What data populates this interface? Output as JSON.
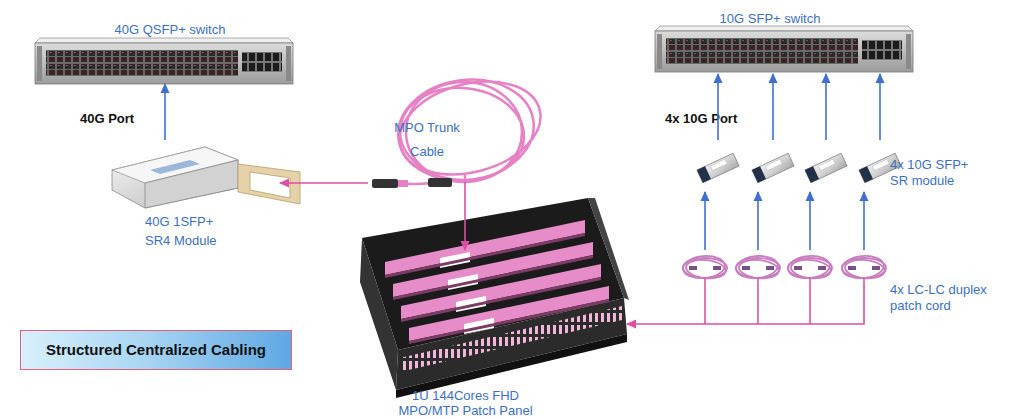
{
  "diagram": {
    "nodes": [
      {
        "text": [
          "40G QSFP+ switch"
        ]
      },
      {
        "text": [
          "10G SFP+ switch"
        ]
      },
      {
        "text": [
          "40G 1SFP+ SR4 Module"
        ]
      },
      {
        "text": [
          "MPO Trunk Cable"
        ]
      },
      {
        "text": [
          "4x 10G SFP+ SR module"
        ]
      },
      {
        "text": [
          "4x LC-LC duplex patch cord"
        ]
      },
      {
        "text": [
          "1U 144Cores FHD MPO/MTP Patch Panel"
        ]
      },
      {
        "text": [
          "Structured Centralized Cabling"
        ]
      }
    ],
    "edges": [
      {
        "from": 2,
        "to": 0,
        "arrow": "to"
      },
      {
        "from": 3,
        "to": 2,
        "arrow": "to"
      },
      {
        "from": 3,
        "to": 6,
        "arrow": "to"
      },
      {
        "from": 4,
        "to": 1,
        "arrow": "to"
      },
      {
        "from": 4,
        "to": 1,
        "arrow": "to"
      },
      {
        "from": 4,
        "to": 1,
        "arrow": "to"
      },
      {
        "from": 4,
        "to": 1,
        "arrow": "to"
      },
      {
        "from": 5,
        "to": 4,
        "arrow": "to"
      },
      {
        "from": 5,
        "to": 4,
        "arrow": "to"
      },
      {
        "from": 5,
        "to": 4,
        "arrow": "to"
      },
      {
        "from": 5,
        "to": 4,
        "arrow": "to"
      },
      {
        "from": 5,
        "to": 6,
        "arrow": "to"
      }
    ],
    "labels": [
      "40G Port",
      "4x 10G Port"
    ]
  }
}
